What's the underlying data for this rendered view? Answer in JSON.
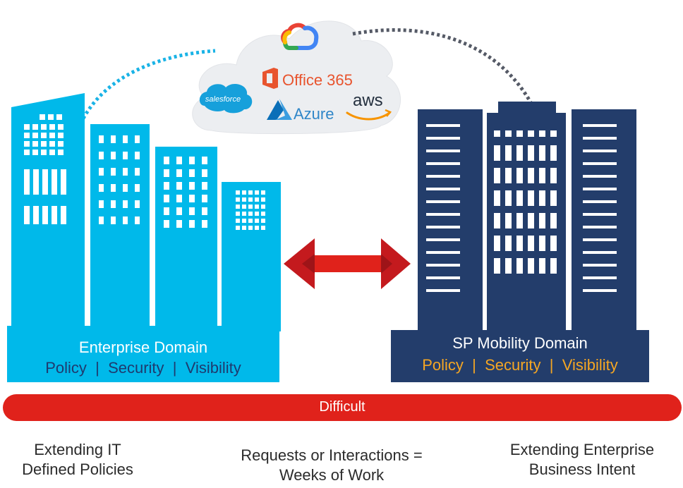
{
  "cloud": {
    "services": [
      "salesforce",
      "Office 365",
      "Azure",
      "aws"
    ]
  },
  "enterprise": {
    "title": "Enterprise Domain",
    "policy": "Policy",
    "security": "Security",
    "visibility": "Visibility",
    "separator": "|",
    "color": "#00b9ea",
    "text_color": "#1f3a6e"
  },
  "sp": {
    "title": "SP Mobility Domain",
    "policy": "Policy",
    "security": "Security",
    "visibility": "Visibility",
    "separator": "|",
    "color": "#233d6b",
    "text_color": "#f5a623"
  },
  "bar": {
    "label": "Difficult",
    "color": "#e0221b"
  },
  "captions": {
    "left": [
      "Extending IT",
      "Defined Policies"
    ],
    "center": [
      "Requests or Interactions =",
      "Weeks of Work"
    ],
    "right": [
      "Extending Enterprise",
      "Business Intent"
    ]
  }
}
